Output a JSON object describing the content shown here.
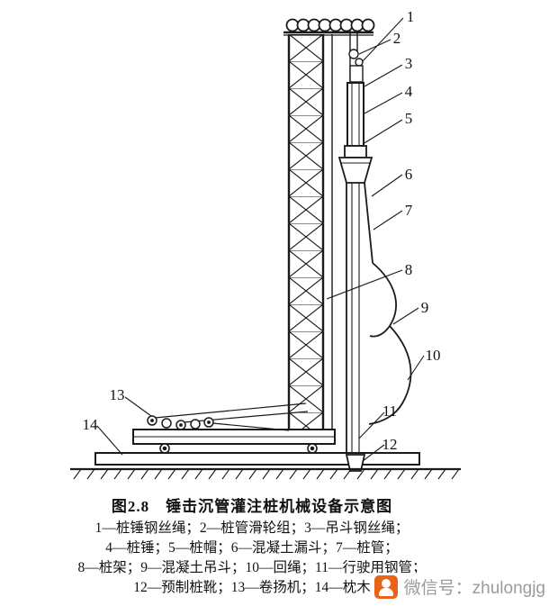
{
  "figure": {
    "caption": "图2.8　锤击沉管灌注桩机械设备示意图",
    "legend_lines": [
      "1—桩锤钢丝绳；2—桩管滑轮组；3—吊斗钢丝绳；",
      "4—桩锤；5—桩帽；6—混凝土漏斗；7—桩管；",
      "8—桩架；9—混凝土吊斗；10—回绳；11—行驶用钢管；",
      "12—预制桩靴；13—卷扬机；14—枕木"
    ],
    "callout_numbers": [
      "1",
      "2",
      "3",
      "4",
      "5",
      "6",
      "7",
      "8",
      "9",
      "10",
      "11",
      "12",
      "13",
      "14"
    ]
  },
  "watermark": {
    "label": "微信号：zhulongjg",
    "icon_color": "#e8641b",
    "text_color": "#9b9b9b"
  },
  "colors": {
    "line": "#1a1a1a",
    "background": "#ffffff"
  }
}
